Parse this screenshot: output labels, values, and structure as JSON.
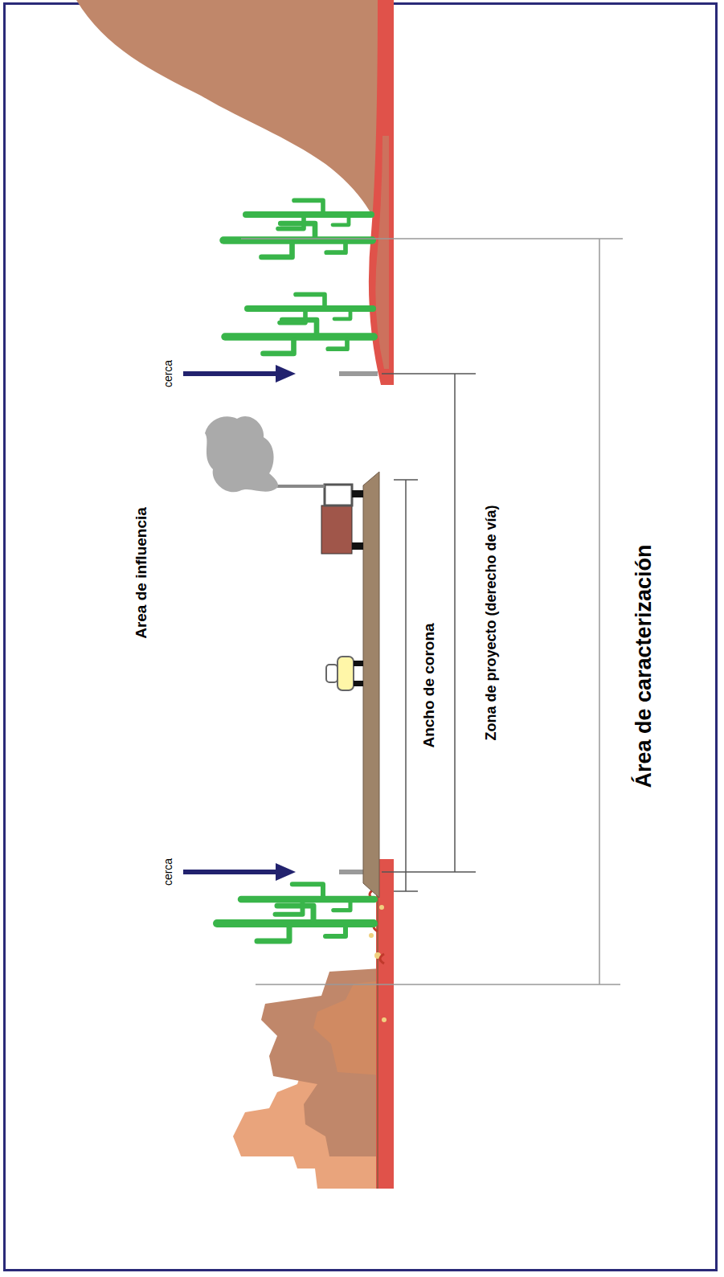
{
  "diagram": {
    "labels": [
      "Area de influencia",
      "cerca",
      "cerca",
      "Ancho de corona",
      "Zona de proyecto (derecho de vía)",
      "Área de caracterización"
    ]
  }
}
